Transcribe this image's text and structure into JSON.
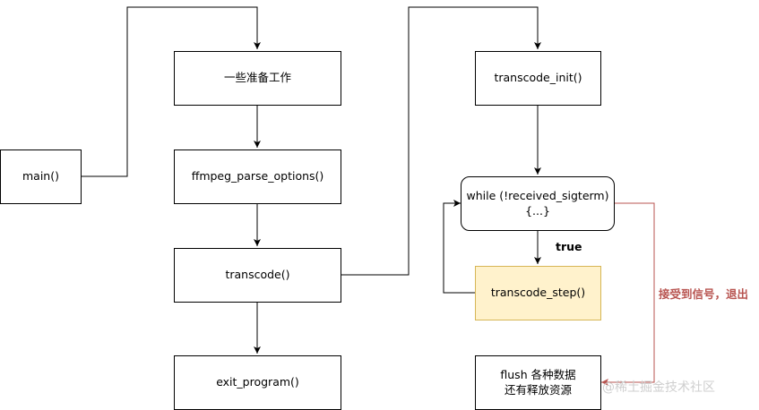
{
  "nodes": {
    "main": "main()",
    "prep": "一些准备工作",
    "parse_options": "ffmpeg_parse_options()",
    "transcode": "transcode()",
    "exit_program": "exit_program()",
    "transcode_init": "transcode_init()",
    "while_line1": "while (!received_sigterm)",
    "while_line2": "{...}",
    "transcode_step": "transcode_step()",
    "flush_line1": "flush 各种数据",
    "flush_line2": "还有释放资源"
  },
  "edge_labels": {
    "true_label": "true",
    "signal_exit": "接受到信号，退出"
  },
  "watermark": "@稀土掘金技术社区",
  "colors": {
    "highlight_fill": "#fff2cc",
    "highlight_border": "#d6b656",
    "signal_edge": "#b85450"
  }
}
